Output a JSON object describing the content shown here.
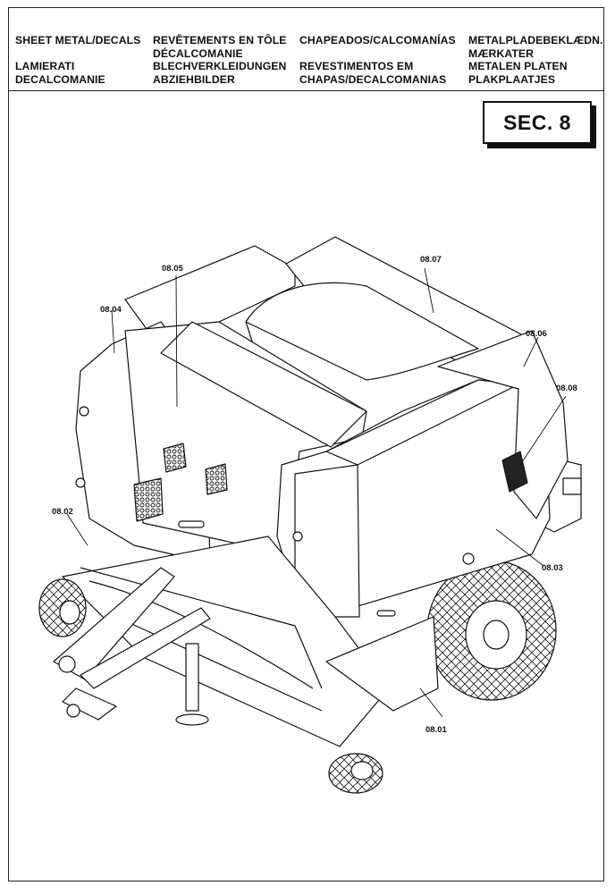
{
  "header": {
    "columns": [
      {
        "lines": [
          "SHEET METAL/DECALS",
          "",
          "LAMIERATI",
          "DECALCOMANIE"
        ]
      },
      {
        "lines": [
          "REVÊTEMENTS EN TÔLE",
          "DÉCALCOMANIE",
          "BLECHVERKLEIDUNGEN",
          "ABZIEHBILDER"
        ]
      },
      {
        "lines": [
          "CHAPEADOS/CALCOMANÍAS",
          "",
          "REVESTIMENTOS EM",
          "CHAPAS/DECALCOMANIAS"
        ]
      },
      {
        "lines": [
          "METALPLADEBEKLÆDN.",
          "MÆRKATER",
          "METALEN PLATEN",
          "PLAKPLAATJES"
        ]
      }
    ]
  },
  "section_label": "SEC. 8",
  "callouts": [
    "08.05",
    "08.07",
    "08.04",
    "08.06",
    "08.08",
    "08.02",
    "08.03",
    "08.01"
  ]
}
